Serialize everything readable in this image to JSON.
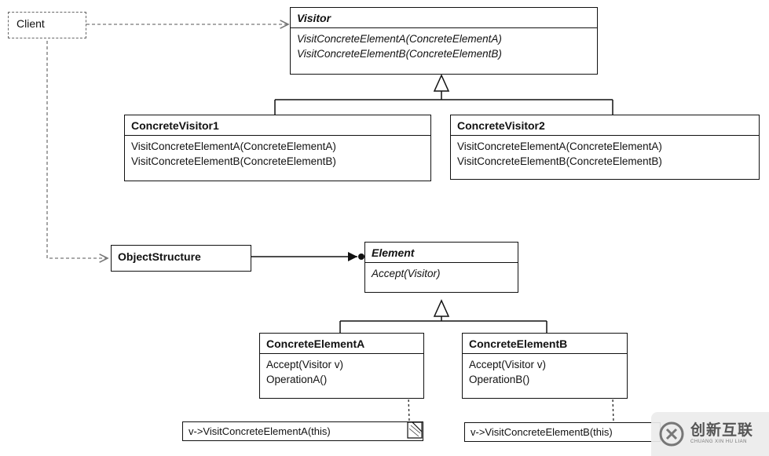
{
  "client": {
    "label": "Client"
  },
  "visitor": {
    "name": "Visitor",
    "ops": [
      "VisitConcreteElementA(ConcreteElementA)",
      "VisitConcreteElementB(ConcreteElementB)"
    ]
  },
  "concrete_visitor_1": {
    "name": "ConcreteVisitor1",
    "ops": [
      "VisitConcreteElementA(ConcreteElementA)",
      "VisitConcreteElementB(ConcreteElementB)"
    ]
  },
  "concrete_visitor_2": {
    "name": "ConcreteVisitor2",
    "ops": [
      "VisitConcreteElementA(ConcreteElementA)",
      "VisitConcreteElementB(ConcreteElementB)"
    ]
  },
  "object_structure": {
    "name": "ObjectStructure"
  },
  "element": {
    "name": "Element",
    "ops": [
      "Accept(Visitor)"
    ]
  },
  "concrete_element_a": {
    "name": "ConcreteElementA",
    "ops": [
      "Accept(Visitor v)",
      "OperationA()"
    ]
  },
  "concrete_element_b": {
    "name": "ConcreteElementB",
    "ops": [
      "Accept(Visitor v)",
      "OperationB()"
    ]
  },
  "notes": {
    "a": "v->VisitConcreteElementA(this)",
    "b": "v->VisitConcreteElementB(this)"
  },
  "watermark": {
    "cn": "创新互联",
    "en": "CHUANG XIN HU LIAN"
  },
  "colors": {
    "line": "#111111",
    "dashed": "#777777",
    "watermark_bg": "#ebebeb"
  }
}
